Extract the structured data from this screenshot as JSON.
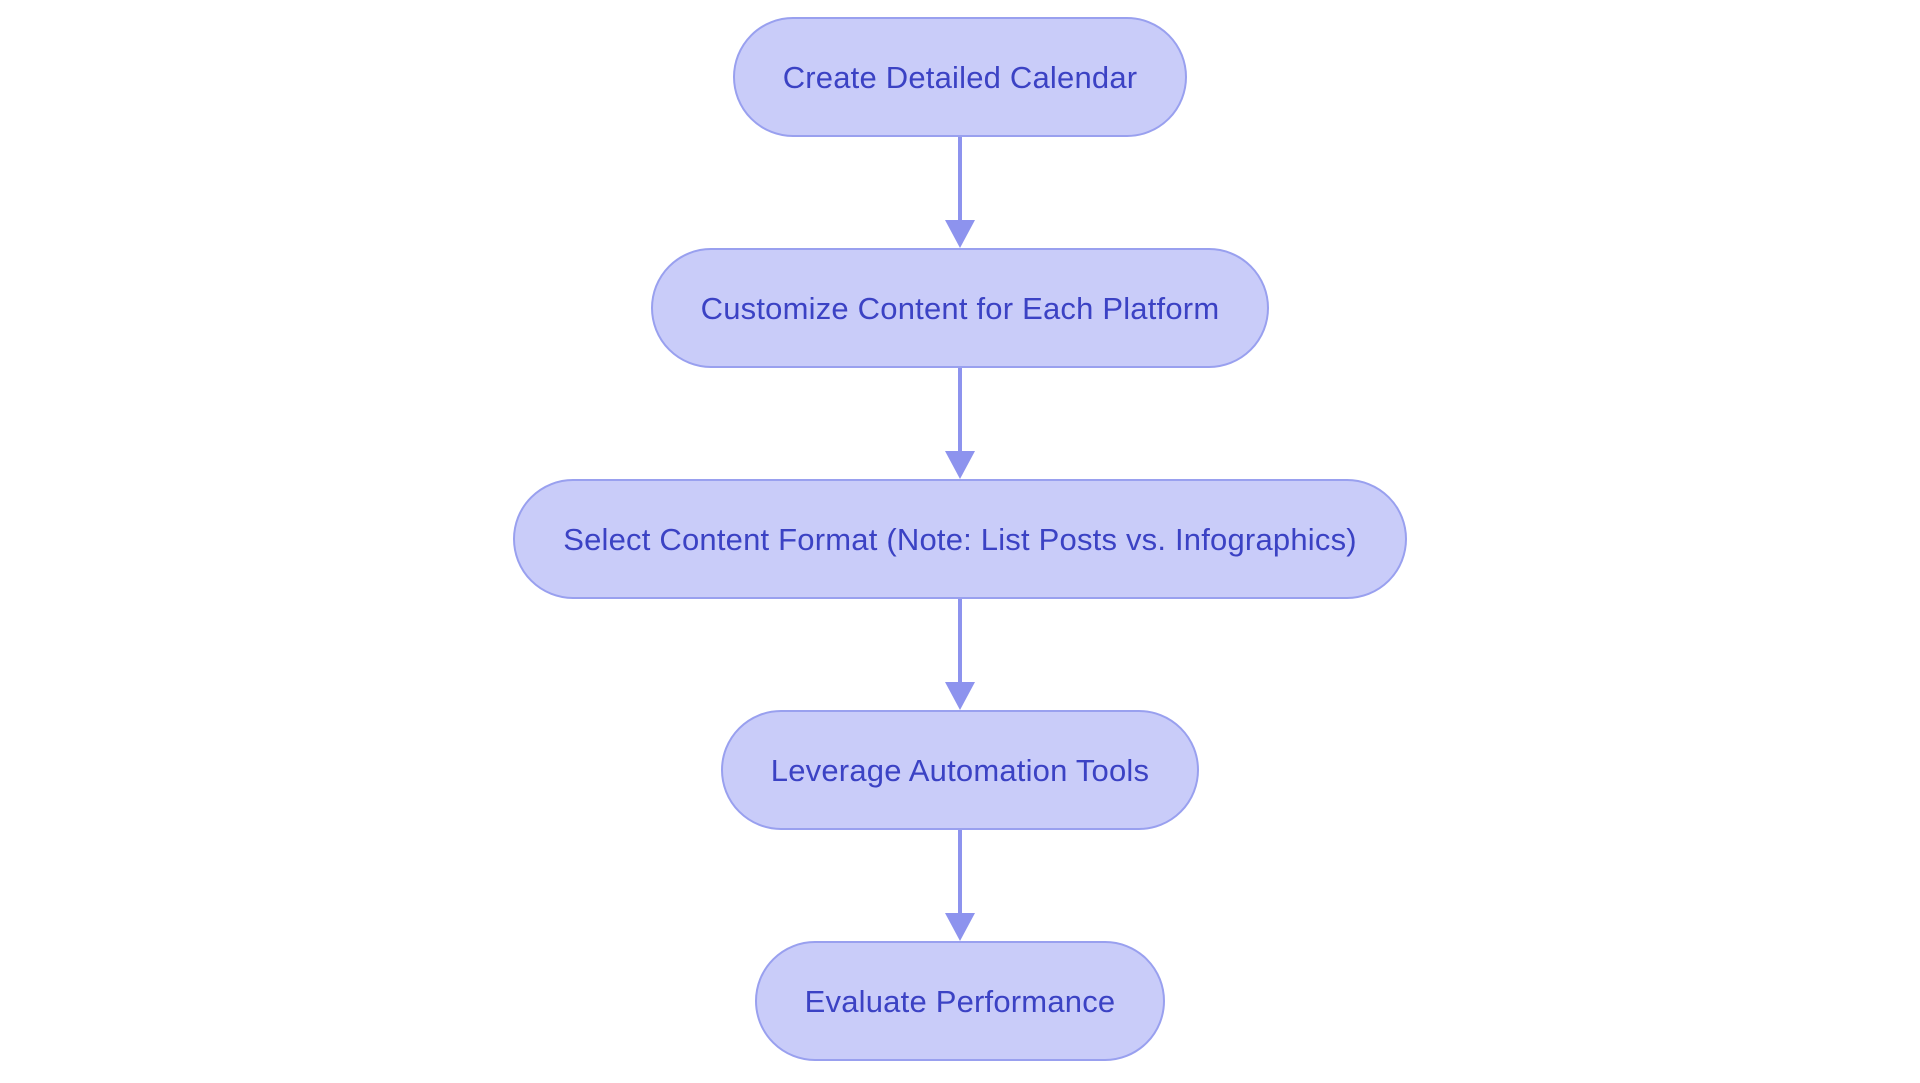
{
  "diagram": {
    "type": "flowchart",
    "direction": "top-down",
    "nodes": [
      {
        "label": "Create Detailed Calendar"
      },
      {
        "label": "Customize Content for Each Platform"
      },
      {
        "label": "Select Content Format (Note: List Posts vs. Infographics)"
      },
      {
        "label": "Leverage Automation Tools"
      },
      {
        "label": "Evaluate Performance"
      }
    ],
    "edges": [
      {
        "from": 0,
        "to": 1
      },
      {
        "from": 1,
        "to": 2
      },
      {
        "from": 2,
        "to": 3
      },
      {
        "from": 3,
        "to": 4
      }
    ],
    "colors": {
      "background": "#ffffff",
      "node_fill": "#c9ccf9",
      "node_border": "#99a0ef",
      "node_text": "#3b42c4",
      "arrow": "#8d93ee"
    }
  }
}
